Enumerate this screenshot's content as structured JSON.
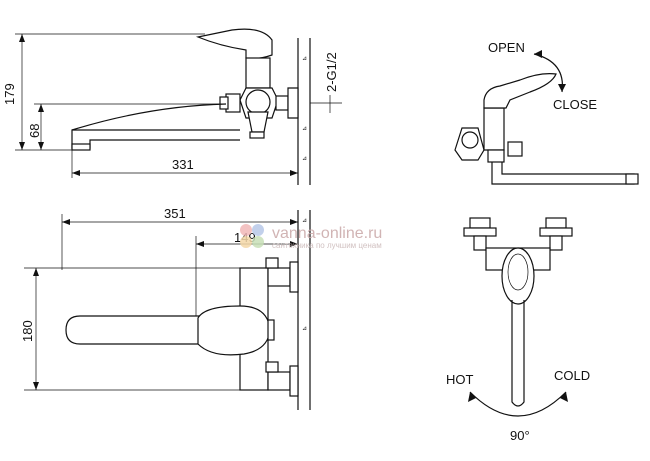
{
  "dimensions": {
    "height_179": "179",
    "height_68": "68",
    "spout_331": "331",
    "thread": "2-G1/2",
    "length_351": "351",
    "offset_149": "149",
    "width_180": "180",
    "angle_90": "90°"
  },
  "labels": {
    "open": "OPEN",
    "close": "CLOSE",
    "hot": "HOT",
    "cold": "COLD"
  },
  "watermark": {
    "site": "vanna-online.ru",
    "tagline": "сантехника по лучшим ценам",
    "logo_colors": [
      "#f2b8b8",
      "#b8c8e8",
      "#f4d8a8",
      "#c8e0b8"
    ]
  }
}
